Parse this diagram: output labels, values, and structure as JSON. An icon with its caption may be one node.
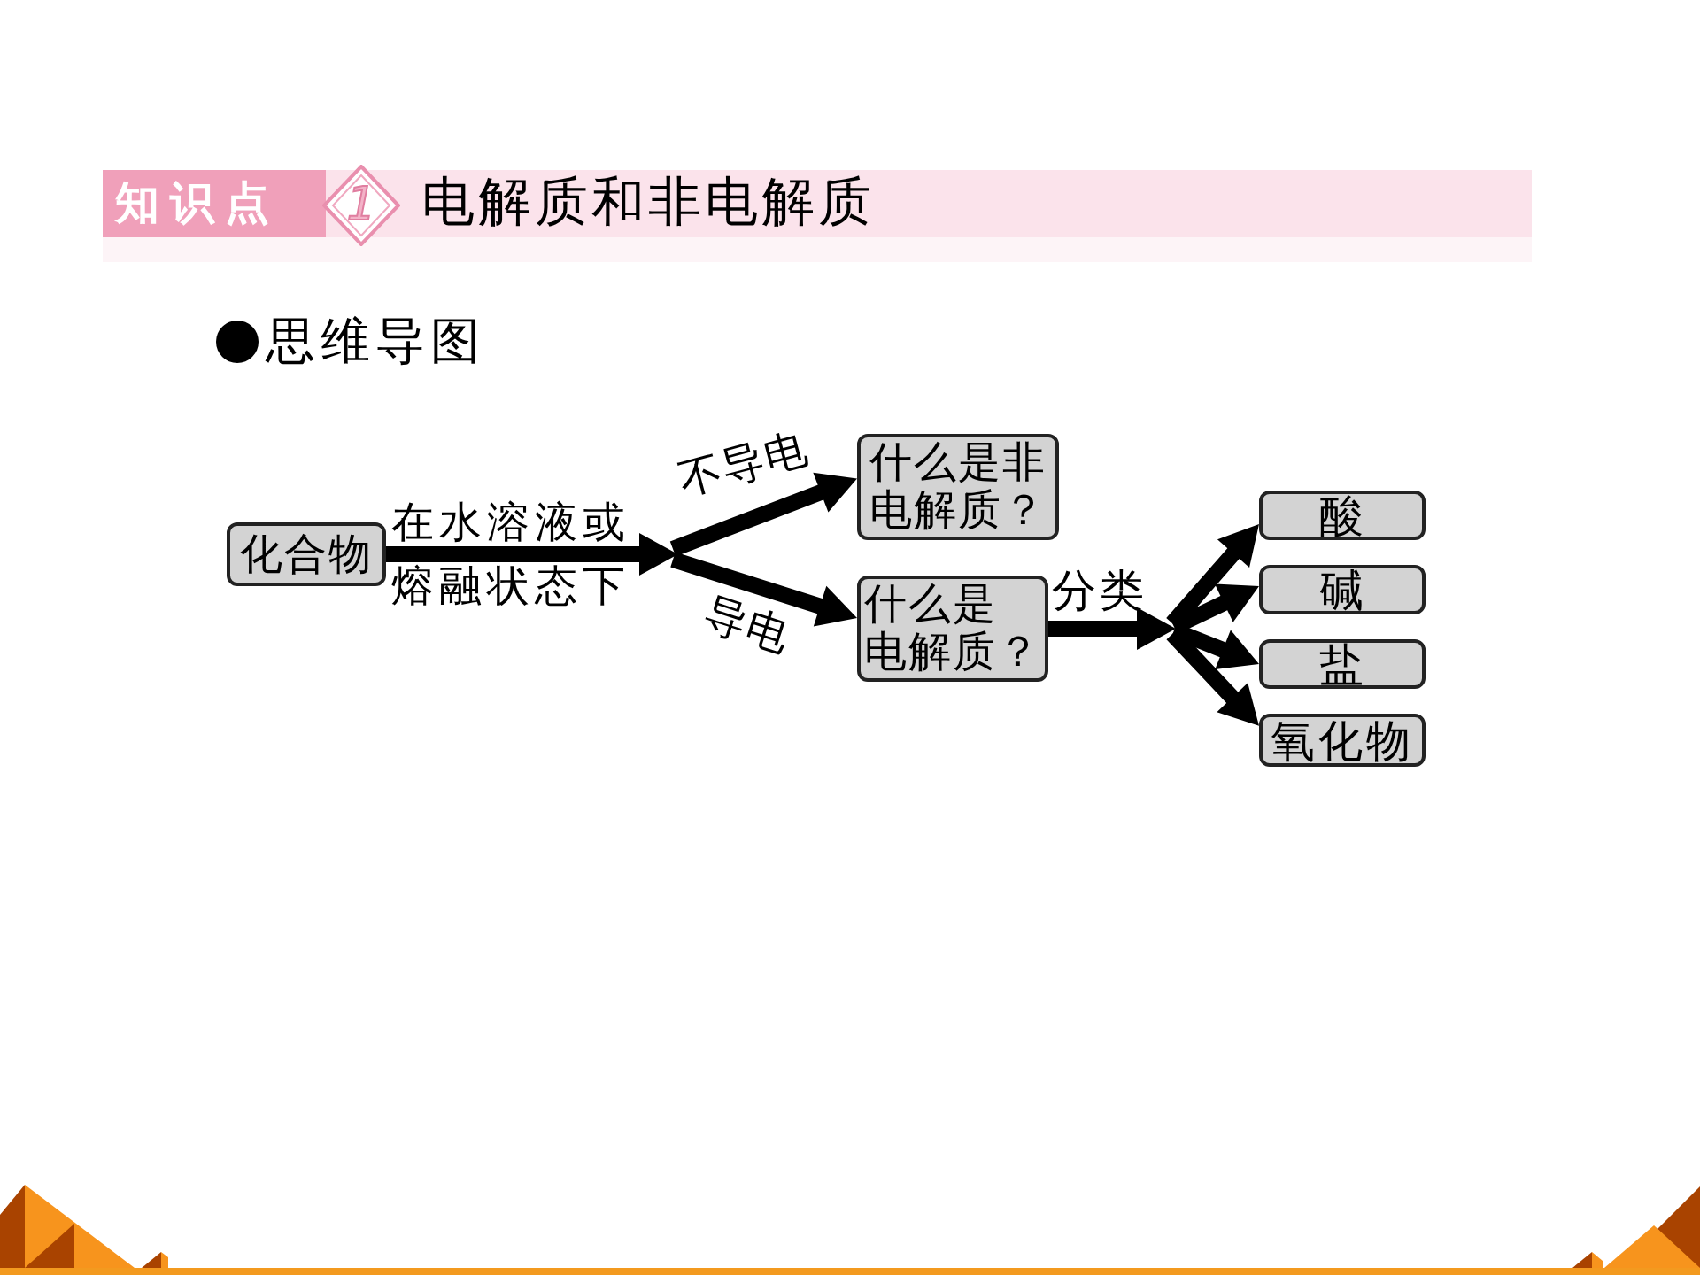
{
  "diagram": {
    "title": "电解质和非电解质",
    "nodes": [
      {
        "text": [
          "化合物"
        ]
      },
      {
        "text": [
          "什么是非电解质？"
        ]
      },
      {
        "text": [
          "什么是电解质？"
        ]
      },
      {
        "text": [
          "酸"
        ]
      },
      {
        "text": [
          "碱"
        ]
      },
      {
        "text": [
          "盐"
        ]
      },
      {
        "text": [
          "氧化物"
        ]
      }
    ],
    "edges": [
      {
        "from": 0,
        "to": 1,
        "arrow": "to",
        "label": "不导电"
      },
      {
        "from": 0,
        "to": 2,
        "arrow": "to",
        "label": "导电"
      },
      {
        "from": 2,
        "to": 3,
        "arrow": "to"
      },
      {
        "from": 2,
        "to": 4,
        "arrow": "to"
      },
      {
        "from": 2,
        "to": 5,
        "arrow": "to"
      },
      {
        "from": 2,
        "to": 6,
        "arrow": "to"
      }
    ],
    "labels": [
      "知识点",
      "1",
      "思维导图",
      "在水溶液或",
      "熔融状态下",
      "分类"
    ]
  }
}
